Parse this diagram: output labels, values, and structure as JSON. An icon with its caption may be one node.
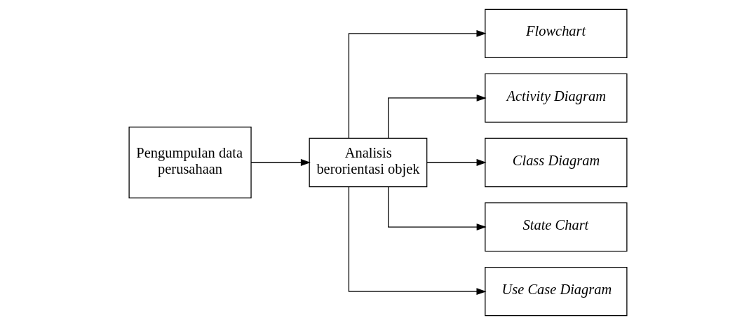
{
  "diagram": {
    "nodes": [
      {
        "text": [
          "Pengumpulan data perusahaan"
        ]
      },
      {
        "text": [
          "Analisis berorientasi objek"
        ]
      },
      {
        "text": [
          "Flowchart"
        ]
      },
      {
        "text": [
          "Activity Diagram"
        ]
      },
      {
        "text": [
          "Class Diagram"
        ]
      },
      {
        "text": [
          "State Chart"
        ]
      },
      {
        "text": [
          "Use Case Diagram"
        ]
      }
    ],
    "edges": [
      {
        "from": 0,
        "to": 1,
        "arrow": "to"
      },
      {
        "from": 1,
        "to": 2,
        "arrow": "to"
      },
      {
        "from": 1,
        "to": 3,
        "arrow": "to"
      },
      {
        "from": 1,
        "to": 4,
        "arrow": "to"
      },
      {
        "from": 1,
        "to": 5,
        "arrow": "to"
      },
      {
        "from": 1,
        "to": 6,
        "arrow": "to"
      }
    ]
  }
}
